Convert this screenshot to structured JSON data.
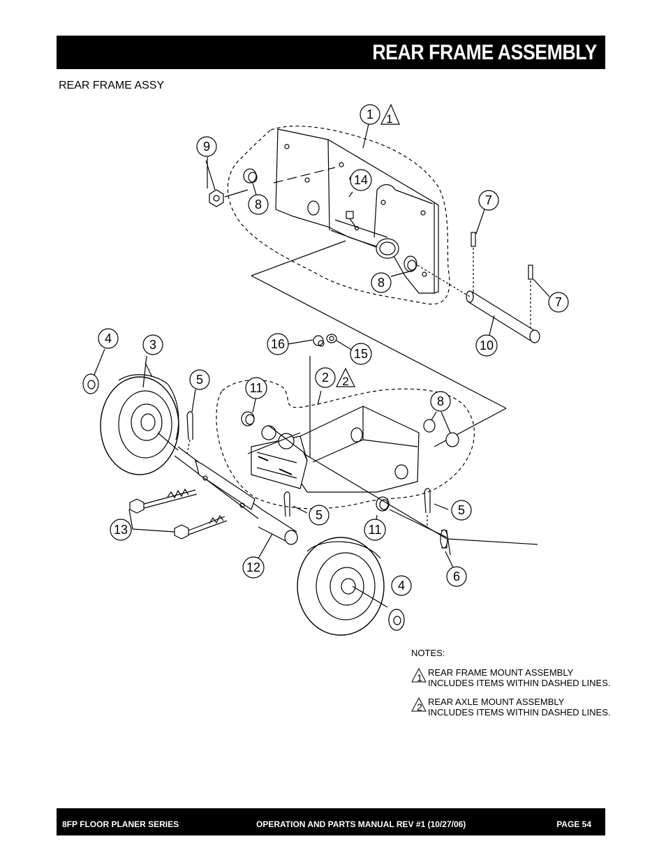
{
  "header": {
    "title": "REAR FRAME ASSEMBLY"
  },
  "subtitle": "REAR FRAME ASSY",
  "callouts": {
    "c1": "1",
    "t1": "1",
    "c9": "9",
    "c8a": "8",
    "c14": "14",
    "c7a": "7",
    "c8b": "8",
    "c7b": "7",
    "c10": "10",
    "c4a": "4",
    "c3": "3",
    "c16": "16",
    "c15": "15",
    "c5a": "5",
    "c2": "2",
    "t2": "2",
    "c11a": "11",
    "c8c": "8",
    "c5b": "5",
    "c5c": "5",
    "c11b": "11",
    "c13": "13",
    "c12": "12",
    "c6": "6",
    "c4b": "4"
  },
  "notes": {
    "heading": "NOTES:",
    "items": [
      {
        "marker": "1",
        "line1": "REAR FRAME MOUNT ASSEMBLY",
        "line2": "INCLUDES ITEMS WITHIN DASHED LINES."
      },
      {
        "marker": "2",
        "line1": "REAR AXLE MOUNT ASSEMBLY",
        "line2": "INCLUDES ITEMS WITHIN DASHED LINES."
      }
    ]
  },
  "footer": {
    "left": "8FP FLOOR PLANER SERIES",
    "center": "OPERATION AND PARTS MANUAL REV #1 (10/27/06)",
    "right": "PAGE 54"
  }
}
